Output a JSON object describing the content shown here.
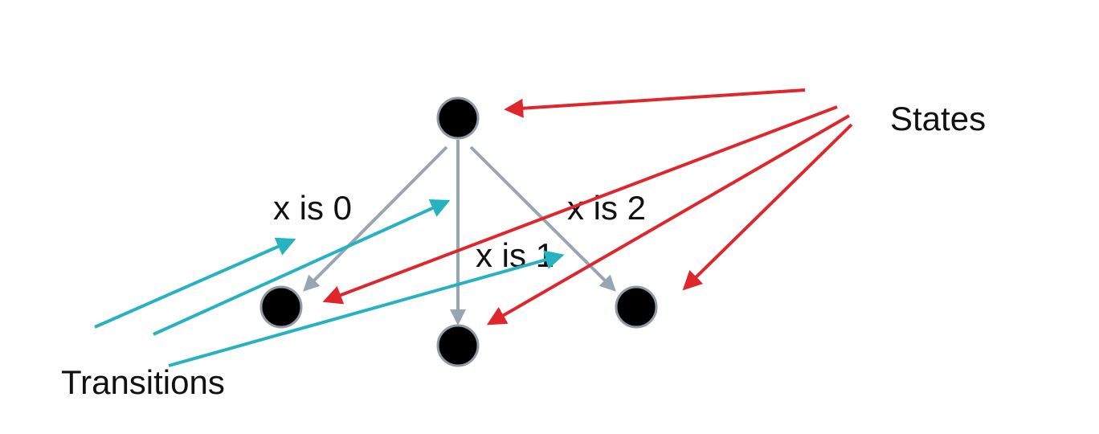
{
  "labels": {
    "states": "States",
    "transitions": "Transitions",
    "edge_x0": "x is 0",
    "edge_x1": "x is 1",
    "edge_x2": "x is 2"
  },
  "colors": {
    "background": "#ffffff",
    "state_fill": "#000000",
    "state_stroke": "#8e9aa6",
    "edge": "#97a6b3",
    "states_pointer": "#e0262d",
    "transitions_pointer": "#26b3bf",
    "text": "#111111"
  },
  "nodes": [
    {
      "id": "root",
      "kind": "state"
    },
    {
      "id": "left",
      "kind": "state"
    },
    {
      "id": "middle",
      "kind": "state"
    },
    {
      "id": "right",
      "kind": "state"
    }
  ],
  "edges": [
    {
      "from": "root",
      "to": "left",
      "label": "x is 0"
    },
    {
      "from": "root",
      "to": "middle",
      "label": "x is 1"
    },
    {
      "from": "root",
      "to": "right",
      "label": "x is 2"
    }
  ],
  "annotations": [
    {
      "label": "States",
      "points_to": [
        "root",
        "left",
        "middle",
        "right"
      ],
      "color": "red"
    },
    {
      "label": "Transitions",
      "points_to": [
        "root-left edge",
        "root-middle edge",
        "root-right edge"
      ],
      "color": "teal"
    }
  ]
}
